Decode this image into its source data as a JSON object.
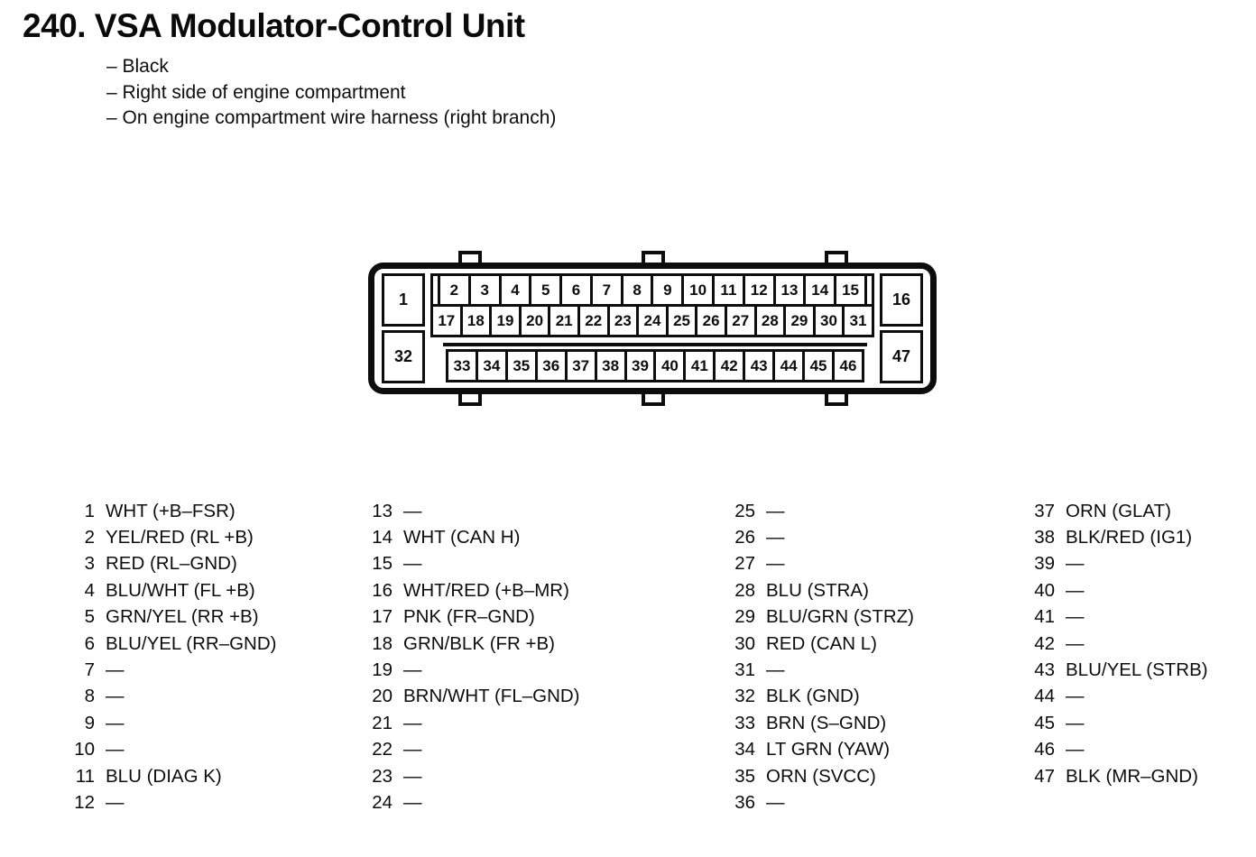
{
  "page": {
    "title": "240. VSA Modulator-Control Unit",
    "notes": [
      "– Black",
      "– Right side of engine compartment",
      "– On engine compartment wire harness (right branch)"
    ]
  },
  "connector": {
    "corner_pins": {
      "top_left": "1",
      "bottom_left": "32",
      "top_right": "16",
      "bottom_right": "47"
    },
    "row_top": [
      "2",
      "3",
      "4",
      "5",
      "6",
      "7",
      "8",
      "9",
      "10",
      "11",
      "12",
      "13",
      "14",
      "15"
    ],
    "row_middle": [
      "17",
      "18",
      "19",
      "20",
      "21",
      "22",
      "23",
      "24",
      "25",
      "26",
      "27",
      "28",
      "29",
      "30",
      "31"
    ],
    "row_bottom": [
      "33",
      "34",
      "35",
      "36",
      "37",
      "38",
      "39",
      "40",
      "41",
      "42",
      "43",
      "44",
      "45",
      "46"
    ]
  },
  "pin_list": {
    "columns": [
      {
        "pins": [
          {
            "n": "1",
            "label": "WHT (+B–FSR)"
          },
          {
            "n": "2",
            "label": "YEL/RED (RL +B)"
          },
          {
            "n": "3",
            "label": "RED (RL–GND)"
          },
          {
            "n": "4",
            "label": "BLU/WHT (FL +B)"
          },
          {
            "n": "5",
            "label": "GRN/YEL (RR +B)"
          },
          {
            "n": "6",
            "label": "BLU/YEL (RR–GND)"
          },
          {
            "n": "7",
            "label": "—"
          },
          {
            "n": "8",
            "label": "—"
          },
          {
            "n": "9",
            "label": "—"
          },
          {
            "n": "10",
            "label": "—"
          },
          {
            "n": "11",
            "label": "BLU (DIAG K)"
          },
          {
            "n": "12",
            "label": "—"
          }
        ]
      },
      {
        "pins": [
          {
            "n": "13",
            "label": "—"
          },
          {
            "n": "14",
            "label": "WHT (CAN H)"
          },
          {
            "n": "15",
            "label": "—"
          },
          {
            "n": "16",
            "label": "WHT/RED (+B–MR)"
          },
          {
            "n": "17",
            "label": "PNK (FR–GND)"
          },
          {
            "n": "18",
            "label": "GRN/BLK (FR +B)"
          },
          {
            "n": "19",
            "label": "—"
          },
          {
            "n": "20",
            "label": "BRN/WHT (FL–GND)"
          },
          {
            "n": "21",
            "label": "—"
          },
          {
            "n": "22",
            "label": "—"
          },
          {
            "n": "23",
            "label": "—"
          },
          {
            "n": "24",
            "label": "—"
          }
        ]
      },
      {
        "pins": [
          {
            "n": "25",
            "label": "—"
          },
          {
            "n": "26",
            "label": "—"
          },
          {
            "n": "27",
            "label": "—"
          },
          {
            "n": "28",
            "label": "BLU (STRA)"
          },
          {
            "n": "29",
            "label": "BLU/GRN (STRZ)"
          },
          {
            "n": "30",
            "label": "RED (CAN L)"
          },
          {
            "n": "31",
            "label": "—"
          },
          {
            "n": "32",
            "label": "BLK (GND)"
          },
          {
            "n": "33",
            "label": "BRN (S–GND)"
          },
          {
            "n": "34",
            "label": "LT GRN (YAW)"
          },
          {
            "n": "35",
            "label": "ORN (SVCC)"
          },
          {
            "n": "36",
            "label": "—"
          }
        ]
      },
      {
        "pins": [
          {
            "n": "37",
            "label": "ORN (GLAT)"
          },
          {
            "n": "38",
            "label": "BLK/RED (IG1)"
          },
          {
            "n": "39",
            "label": "—"
          },
          {
            "n": "40",
            "label": "—"
          },
          {
            "n": "41",
            "label": "—"
          },
          {
            "n": "42",
            "label": "—"
          },
          {
            "n": "43",
            "label": "BLU/YEL (STRB)"
          },
          {
            "n": "44",
            "label": "—"
          },
          {
            "n": "45",
            "label": "—"
          },
          {
            "n": "46",
            "label": "—"
          },
          {
            "n": "47",
            "label": "BLK (MR–GND)"
          }
        ]
      }
    ]
  },
  "colors": {
    "ink": "#0d0d0d",
    "paper": "#ffffff"
  }
}
